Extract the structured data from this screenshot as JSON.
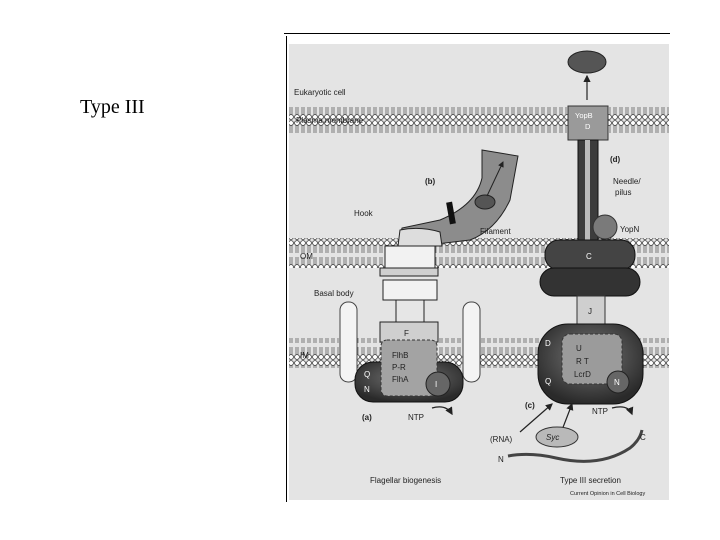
{
  "slide": {
    "title": "Type III"
  },
  "figure": {
    "labels": {
      "eukaryotic_cell": "Eukaryotic cell",
      "plasma_membrane": "Plasma membrane",
      "yopb_d_line1": "YopB",
      "yopb_d_line2": "D",
      "panel_d": "(d)",
      "needle_line1": "Needle/",
      "needle_line2": "pilus",
      "panel_b": "(b)",
      "hook": "Hook",
      "filament": "Filament",
      "yopn": "YopN",
      "om": "OM",
      "c": "C",
      "basal_body": "Basal body",
      "j": "J",
      "f": "F",
      "im": "IM",
      "d": "D",
      "flhb": "FlhB",
      "p_r": "P-R",
      "flha": "FlhA",
      "u": "U",
      "r_t": "R T",
      "lcrd": "LcrD",
      "q_left": "Q",
      "n_left": "N",
      "i_left": "I",
      "q_right": "Q",
      "n_right": "N",
      "panel_a": "(a)",
      "ntp_left": "NTP",
      "panel_c": "(c)",
      "ntp_right": "NTP",
      "rna": "(RNA)",
      "syc": "Syc",
      "c_terminus": "C",
      "n_terminus": "N",
      "flagellar_biogenesis": "Flagellar biogenesis",
      "type3_secretion": "Type III secretion",
      "source": "Current Opinion in Cell Biology"
    }
  }
}
